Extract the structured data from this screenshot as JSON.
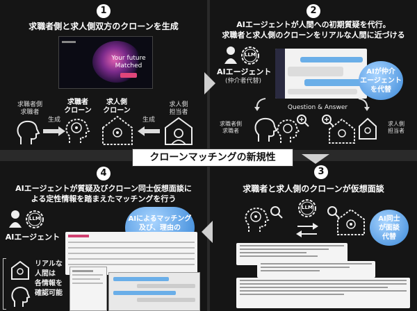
{
  "center_title": "クローンマッチングの新規性",
  "step1": {
    "number": "1",
    "title": "求職者側と求人側双方のクローンを生成",
    "screen_text": "Your future\nMatched",
    "left_person": "求職者側\n求職者",
    "seeker_clone": "求職者\nクローン",
    "employer_clone": "求人側\nクローン",
    "right_person": "求人側\n担当者",
    "arrow_label_left": "生成",
    "arrow_label_right": "生成"
  },
  "step2": {
    "number": "2",
    "title_line1": "AIエージェントが人間への初期質疑を代行。",
    "title_line2": "求職者と求人側のクローンをリアルな人間に近づける",
    "agent_label": "AIエージェント",
    "agent_sub": "(仲介者代替)",
    "llm": "LLM",
    "bubble": "AIが仲介\nエージェント\nを代替",
    "qa_label": "Question & Answer",
    "left_person": "求職者側\n求職者",
    "right_person": "求人側\n担当者"
  },
  "step3": {
    "number": "3",
    "title": "求職者と求人側のクローンが仮想面談",
    "llm": "LLM",
    "bubble": "AI同士\nが面談\n代替"
  },
  "step4": {
    "number": "4",
    "title_line1": "AIエージェントが質疑及びクローン同士仮想面談に",
    "title_line2": "よる定性情報を踏まえたマッチングを行う",
    "agent_label": "AIエージェント",
    "llm": "LLM",
    "bubble": "AIによるマッチング\n及び、理由の\n考察を実施",
    "side_text": "リアルな\n人間は\n各情報を\n確認可能"
  },
  "colors": {
    "bubble": "#3a88d8",
    "background": "#151515"
  }
}
